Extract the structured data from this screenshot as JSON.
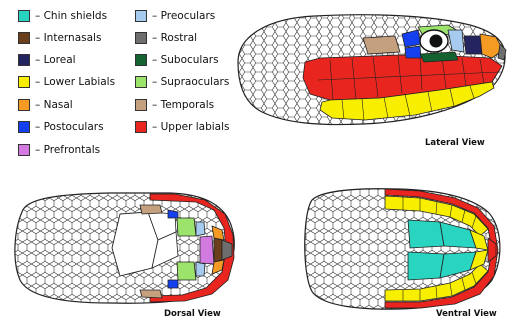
{
  "legend": [
    {
      "label": "– Chin shields",
      "color": "#29d4c0"
    },
    {
      "label": "– Internasals",
      "color": "#6b3f1c"
    },
    {
      "label": "– Loreal",
      "color": "#242460"
    },
    {
      "label": "– Lower Labials",
      "color": "#f8ef00"
    },
    {
      "label": "– Nasal",
      "color": "#f59a23"
    },
    {
      "label": "– Postoculars",
      "color": "#1540f0"
    },
    {
      "label": "– Prefrontals",
      "color": "#d27ae0"
    },
    {
      "label": "– Preoculars",
      "color": "#a7cbef"
    },
    {
      "label": "– Rostral",
      "color": "#6e6e6e"
    },
    {
      "label": "– Suboculars",
      "color": "#14622f"
    },
    {
      "label": "– Supraoculars",
      "color": "#9be36a"
    },
    {
      "label": "– Temporals",
      "color": "#c4a07e"
    },
    {
      "label": "– Upper labials",
      "color": "#e8251e"
    }
  ],
  "views": {
    "lateral": "Lateral View",
    "dorsal": "Dorsal View",
    "ventral": "Ventral View"
  }
}
